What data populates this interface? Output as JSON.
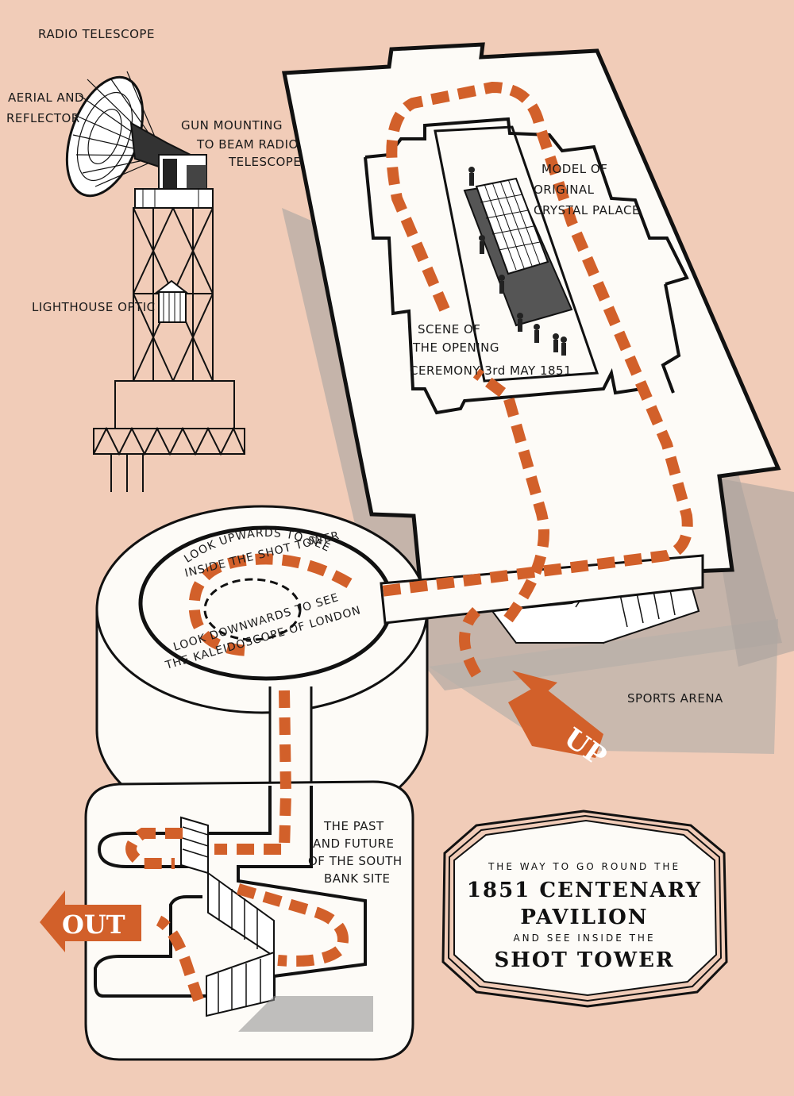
{
  "labels": {
    "radio_telescope": "RADIO TELESCOPE",
    "aerial_line1": "AERIAL AND",
    "aerial_line2": "REFLECTOR",
    "gun_line1": "GUN MOUNTING",
    "gun_line2": "TO BEAM RADIO",
    "gun_line3": "TELESCOPE",
    "lighthouse": "LIGHTHOUSE OPTIC",
    "model_line1": "MODEL OF",
    "model_line2": "ORIGINAL",
    "model_line3": "CRYSTAL PALACE",
    "scene_line1": "SCENE OF",
    "scene_line2": "THE OPENING",
    "scene_line3": "CEREMONY 3rd MAY 1851",
    "look_up_line1": "LOOK UPWARDS TO SEE",
    "look_up_line2": "INSIDE THE SHOT TOWER",
    "look_down_line1": "LOOK DOWNWARDS TO SEE",
    "look_down_line2": "THE KALEIDOSCOPE OF LONDON",
    "sports_arena": "SPORTS ARENA",
    "past_line1": "THE PAST",
    "past_line2": "AND FUTURE",
    "past_line3": "OF THE SOUTH",
    "past_line4": "BANK SITE"
  },
  "badges": {
    "up": "UP",
    "out": "OUT"
  },
  "title_panel": {
    "line1": "THE WAY TO GO ROUND THE",
    "line2": "1851 CENTENARY",
    "line3": "PAVILION",
    "line4": "AND SEE INSIDE THE",
    "line5": "SHOT TOWER"
  },
  "colors": {
    "background": "#f1ccb8",
    "route": "#d2602a",
    "ink": "#111111",
    "paper": "#fdfbf7",
    "shadow": "#b5aca6"
  }
}
